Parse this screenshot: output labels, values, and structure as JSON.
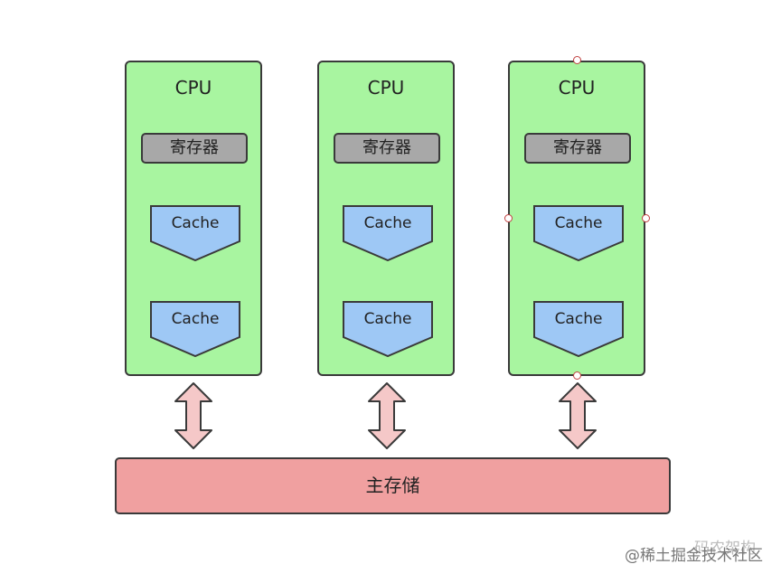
{
  "cpus": [
    {
      "title": "CPU",
      "register": "寄存器",
      "caches": [
        "Cache",
        "Cache"
      ]
    },
    {
      "title": "CPU",
      "register": "寄存器",
      "caches": [
        "Cache",
        "Cache"
      ]
    },
    {
      "title": "CPU",
      "register": "寄存器",
      "caches": [
        "Cache",
        "Cache"
      ]
    }
  ],
  "main_memory": {
    "label": "主存储"
  },
  "watermark": {
    "text": "@稀土掘金技术社区",
    "back_text": "码农架构"
  },
  "colors": {
    "cpu_fill": "#a8f5a0",
    "register_fill": "#a8a8a8",
    "cache_fill": "#9ec8f5",
    "memory_fill": "#f0a0a0",
    "arrow_fill": "#f5c8c8"
  }
}
